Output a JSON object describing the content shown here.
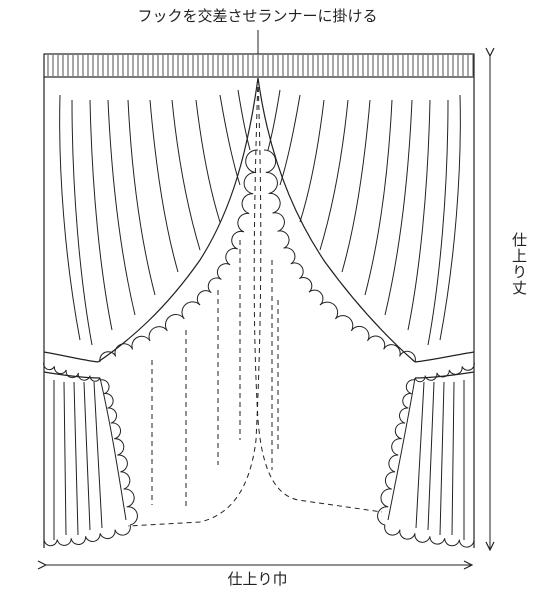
{
  "diagram": {
    "hook_label": "フックを交差させランナーに掛ける",
    "width_label": "仕上り巾",
    "height_label": "仕上り丈",
    "line_color": "#222222",
    "background_color": "#ffffff"
  }
}
